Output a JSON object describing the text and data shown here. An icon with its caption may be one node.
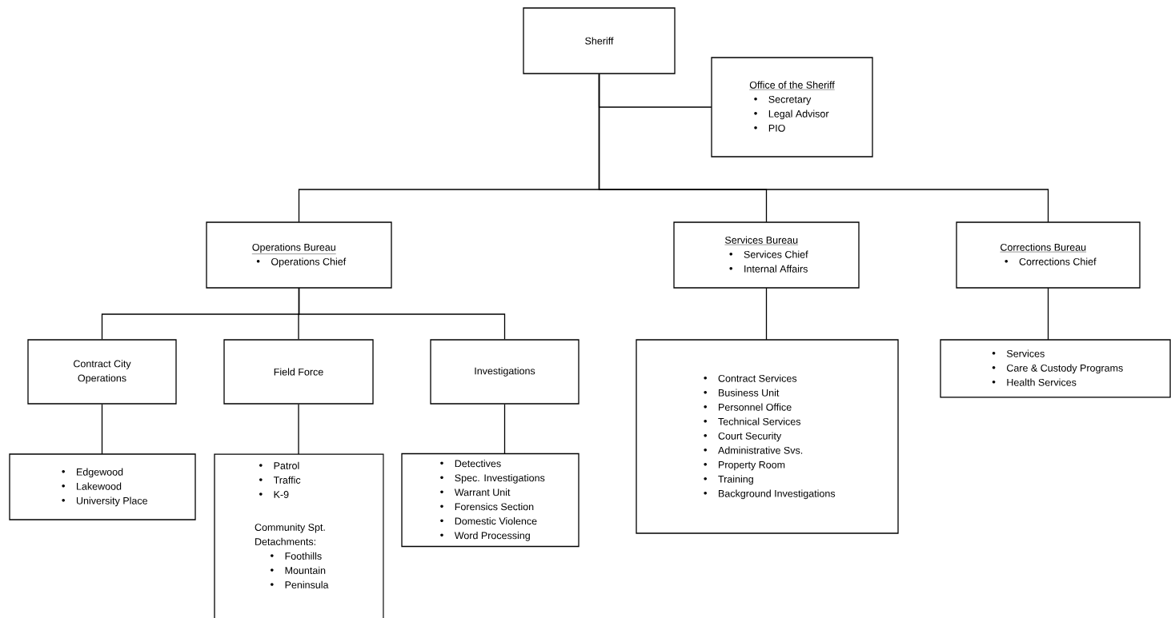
{
  "diagram": {
    "nodes": [
      {
        "text": [
          "Sheriff"
        ]
      },
      {
        "text": [
          "Office of the Sheriff",
          "Secretary",
          "Legal Advisor",
          "PIO"
        ]
      },
      {
        "text": [
          "Operations Bureau",
          "Operations Chief"
        ]
      },
      {
        "text": [
          "Services Bureau",
          "Services Chief",
          "Internal Affairs"
        ]
      },
      {
        "text": [
          "Corrections Bureau",
          "Corrections Chief"
        ]
      },
      {
        "text": [
          "Contract City Operations"
        ]
      },
      {
        "text": [
          "Field Force"
        ]
      },
      {
        "text": [
          "Investigations"
        ]
      },
      {
        "text": [
          "Contract Services",
          "Business Unit",
          "Personnel Office",
          "Technical Services",
          "Court Security",
          "Administrative Svs.",
          "Property Room",
          "Training",
          "Background Investigations"
        ]
      },
      {
        "text": [
          "Services",
          "Care & Custody Programs",
          "Health Services"
        ]
      },
      {
        "text": [
          "Edgewood",
          "Lakewood",
          "University Place"
        ]
      },
      {
        "text": [
          "Patrol",
          "Traffic",
          "K-9",
          "Community Spt. Detachments:",
          "Foothills",
          "Mountain",
          "Peninsula"
        ]
      },
      {
        "text": [
          "Detectives",
          "Spec. Investigations",
          "Warrant Unit",
          "Forensics Section",
          "Domestic Violence",
          "Word Processing"
        ]
      }
    ],
    "edges": [
      {
        "from": 0,
        "to": 1,
        "arrow": "none"
      },
      {
        "from": 0,
        "to": 2,
        "arrow": "none"
      },
      {
        "from": 0,
        "to": 3,
        "arrow": "none"
      },
      {
        "from": 0,
        "to": 4,
        "arrow": "none"
      },
      {
        "from": 2,
        "to": 5,
        "arrow": "none"
      },
      {
        "from": 2,
        "to": 6,
        "arrow": "none"
      },
      {
        "from": 2,
        "to": 7,
        "arrow": "none"
      },
      {
        "from": 3,
        "to": 8,
        "arrow": "none"
      },
      {
        "from": 4,
        "to": 9,
        "arrow": "none"
      },
      {
        "from": 5,
        "to": 10,
        "arrow": "none"
      },
      {
        "from": 6,
        "to": 11,
        "arrow": "none"
      },
      {
        "from": 7,
        "to": 12,
        "arrow": "none"
      }
    ]
  }
}
